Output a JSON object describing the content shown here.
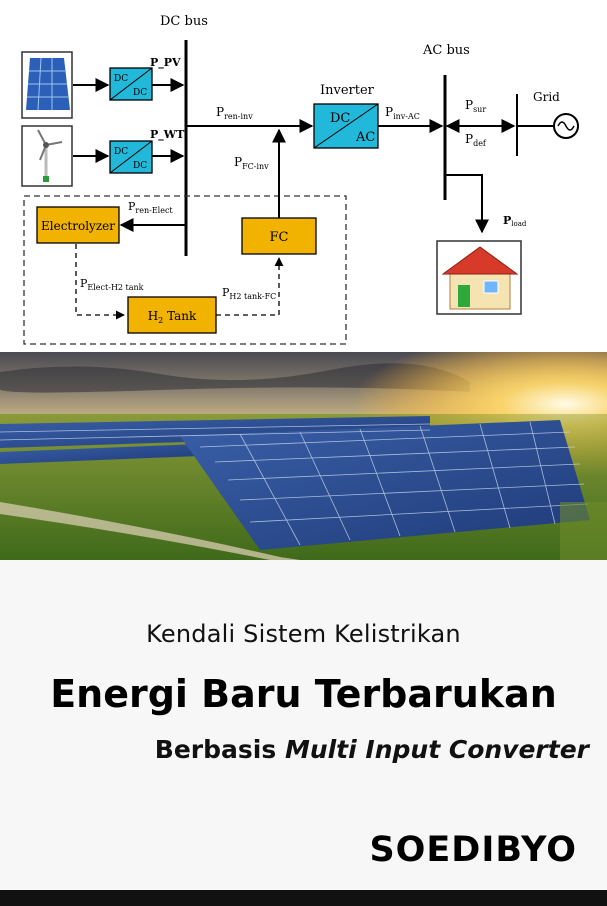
{
  "diagram": {
    "dc_bus": "DC bus",
    "ac_bus": "AC bus",
    "inverter": "Inverter",
    "grid": "Grid",
    "p_pv": "P_PV",
    "p_wt": "P_WT",
    "dc": "DC",
    "ac": "AC",
    "electrolyzer": "Electrolyzer",
    "fc": "FC",
    "h2_tank_main": "H",
    "h2_tank_sub": "2",
    "h2_tank_rest": " Tank",
    "p": "P",
    "ren_inv": "ren-inv",
    "ren_elect": "ren-Elect",
    "fc_inv": "FC-inv",
    "inv_ac": "inv-AC",
    "sur": "sur",
    "def": "def",
    "load": "load",
    "elect_h2": "Elect-H2 tank",
    "h2_fc": "H2 tank-FC"
  },
  "cover": {
    "subtitle_1": "Kendali Sistem Kelistrikan",
    "title": "Energi Baru Terbarukan",
    "subtitle_2_plain": "Berbasis ",
    "subtitle_2_italic": "Multi Input Converter",
    "author": "SOEDIBYO"
  },
  "colors": {
    "converter_fill": "#22b8d9",
    "component_fill": "#f2b200",
    "bottom_bar": "#111111"
  }
}
